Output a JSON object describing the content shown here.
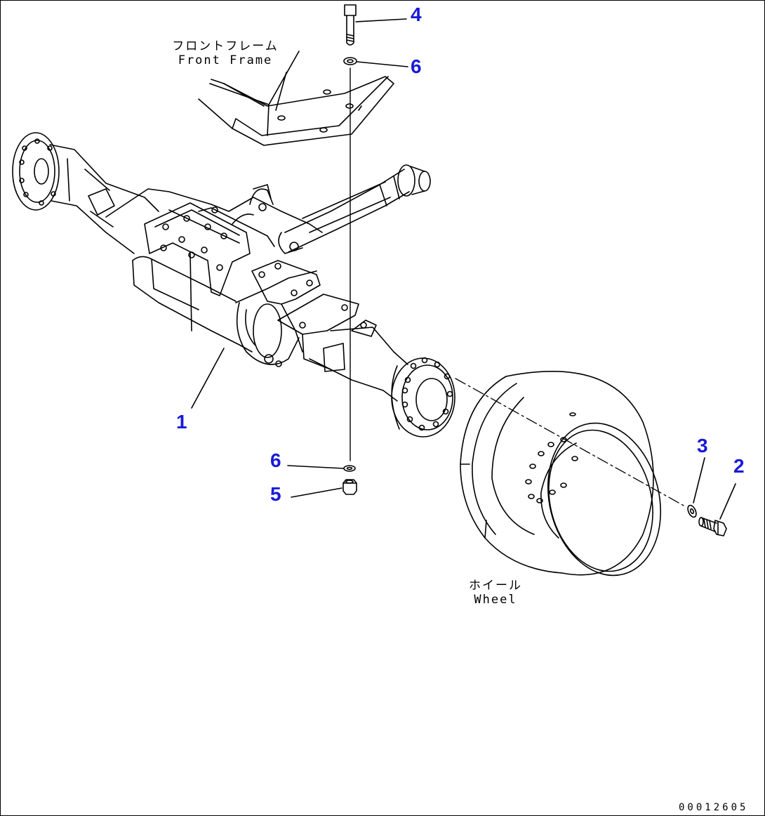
{
  "callouts": {
    "c1": "1",
    "c2": "2",
    "c3": "3",
    "c4": "4",
    "c5": "5",
    "c6_top": "6",
    "c6_bottom": "6"
  },
  "labels": {
    "front_frame_jp": "フロントフレーム",
    "front_frame_en": "Front Frame",
    "wheel_jp": "ホイール",
    "wheel_en": "Wheel"
  },
  "drawing_code": "00012605",
  "colors": {
    "callout": "#1a1ad8",
    "line": "#000000"
  }
}
